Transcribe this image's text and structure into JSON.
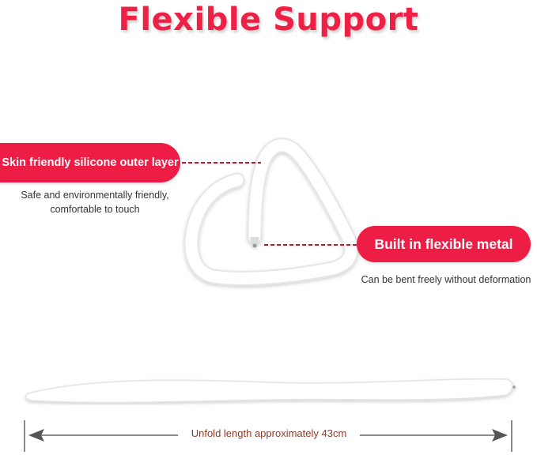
{
  "title": "Flexible Support",
  "callouts": {
    "left": {
      "label": "Skin friendly silicone outer layer",
      "description_line1": "Safe and environmentally friendly,",
      "description_line2": "comfortable to touch"
    },
    "right": {
      "label": "Built in flexible metal",
      "description": "Can be bent freely without deformation"
    }
  },
  "dimension": {
    "label": "Unfold length approximately 43cm"
  },
  "colors": {
    "accent": "#ee1d46",
    "dash": "#c0182f"
  }
}
